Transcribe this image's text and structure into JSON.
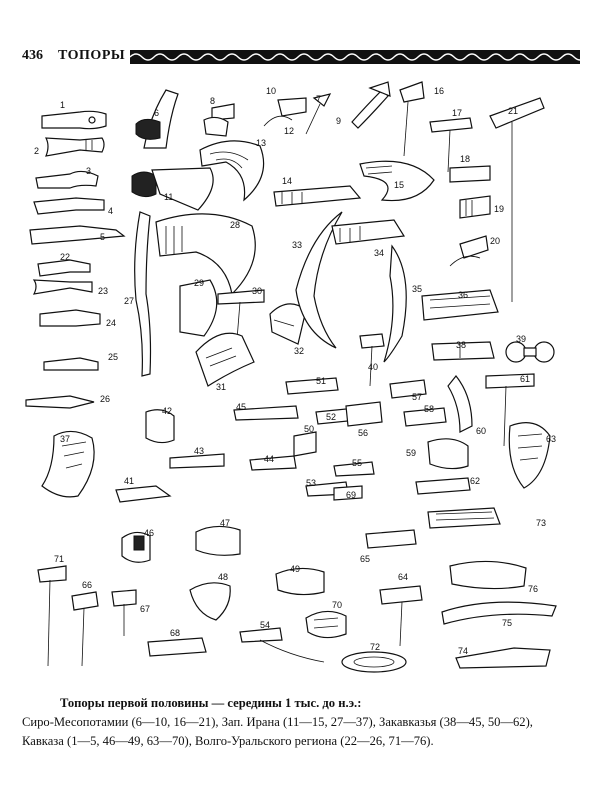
{
  "header": {
    "page_number": "436",
    "running_title": "ТОПОРЫ"
  },
  "figure": {
    "labels": [
      "1",
      "2",
      "3",
      "4",
      "5",
      "6",
      "8",
      "10",
      "7",
      "9",
      "16",
      "17",
      "21",
      "12",
      "13",
      "11",
      "14",
      "15",
      "18",
      "19",
      "20",
      "22",
      "23",
      "24",
      "25",
      "26",
      "27",
      "28",
      "29",
      "30",
      "31",
      "32",
      "33",
      "34",
      "35",
      "36",
      "37",
      "38",
      "39",
      "40",
      "41",
      "42",
      "43",
      "44",
      "45",
      "46",
      "47",
      "48",
      "49",
      "50",
      "51",
      "52",
      "53",
      "54",
      "55",
      "56",
      "57",
      "58",
      "59",
      "60",
      "61",
      "62",
      "63",
      "64",
      "65",
      "66",
      "67",
      "68",
      "69",
      "70",
      "71",
      "72",
      "73",
      "74",
      "75",
      "76"
    ]
  },
  "caption": {
    "title": "Топоры первой половины — середины 1 тыс. до н.э.:",
    "line1": "Сиро-Месопотамии (6—10, 16—21), Зап. Ирана (11—15, 27—37), Закавказья (38—45, 50—62),",
    "line2": "Кавказа (1—5, 46—49, 63—70), Волго-Уральского региона (22—26, 71—76)."
  }
}
